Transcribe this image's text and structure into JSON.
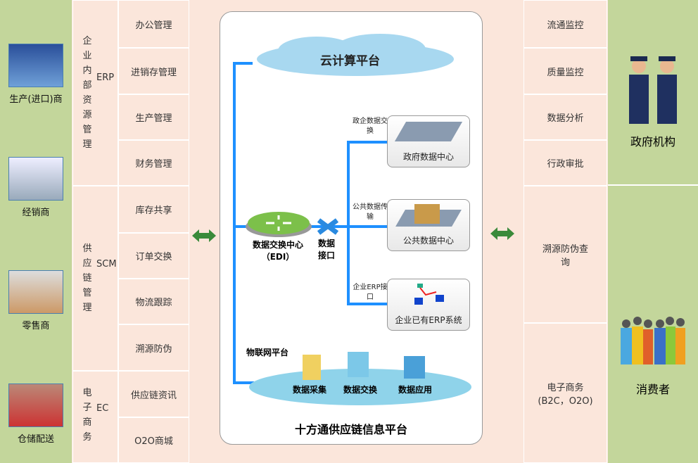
{
  "left_actors": [
    {
      "label": "生产(进口)商",
      "icon": "factory-photo"
    },
    {
      "label": "经销商",
      "icon": "business-people-photo"
    },
    {
      "label": "零售商",
      "icon": "retail-photo"
    },
    {
      "label": "仓储配送",
      "icon": "container-truck-photo"
    }
  ],
  "left_groups": [
    {
      "label": "企业内部资源管理",
      "abbr": "ERP"
    },
    {
      "label": "供应链管理",
      "abbr": "SCM"
    },
    {
      "label": "电子商务",
      "abbr": "EC"
    }
  ],
  "left_items": [
    "办公管理",
    "进销存管理",
    "生产管理",
    "财务管理",
    "库存共享",
    "订单交换",
    "物流跟踪",
    "溯源防伪",
    "供应链资讯",
    "O2O商城"
  ],
  "center": {
    "cloud": "云计算平台",
    "edi": "数据交换中心",
    "edi_sub": "（EDI）",
    "interface": "数据接口",
    "branches": [
      {
        "link": "政企数据交换",
        "box": "政府数据中心"
      },
      {
        "link": "公共数据传输",
        "box": "公共数据中心"
      },
      {
        "link": "企业ERP接口",
        "box": "企业已有ERP系统"
      }
    ],
    "iot": "物联网平台",
    "iot_items": [
      "数据采集",
      "数据交换",
      "数据应用"
    ],
    "title": "十方通供应链信息平台"
  },
  "right_items": [
    "流通监控",
    "质量监控",
    "数据分析",
    "行政审批",
    "溯源防伪查询",
    "电子商务 (B2C，O2O)"
  ],
  "right_actors": [
    {
      "label": "政府机构",
      "icon": "police-officers"
    },
    {
      "label": "消费者",
      "icon": "crowd-people"
    }
  ],
  "colors": {
    "green": "#c3d69b",
    "pink": "#fbe6db",
    "blue": "#1e90ff",
    "arrow": "#3a8a3a"
  }
}
